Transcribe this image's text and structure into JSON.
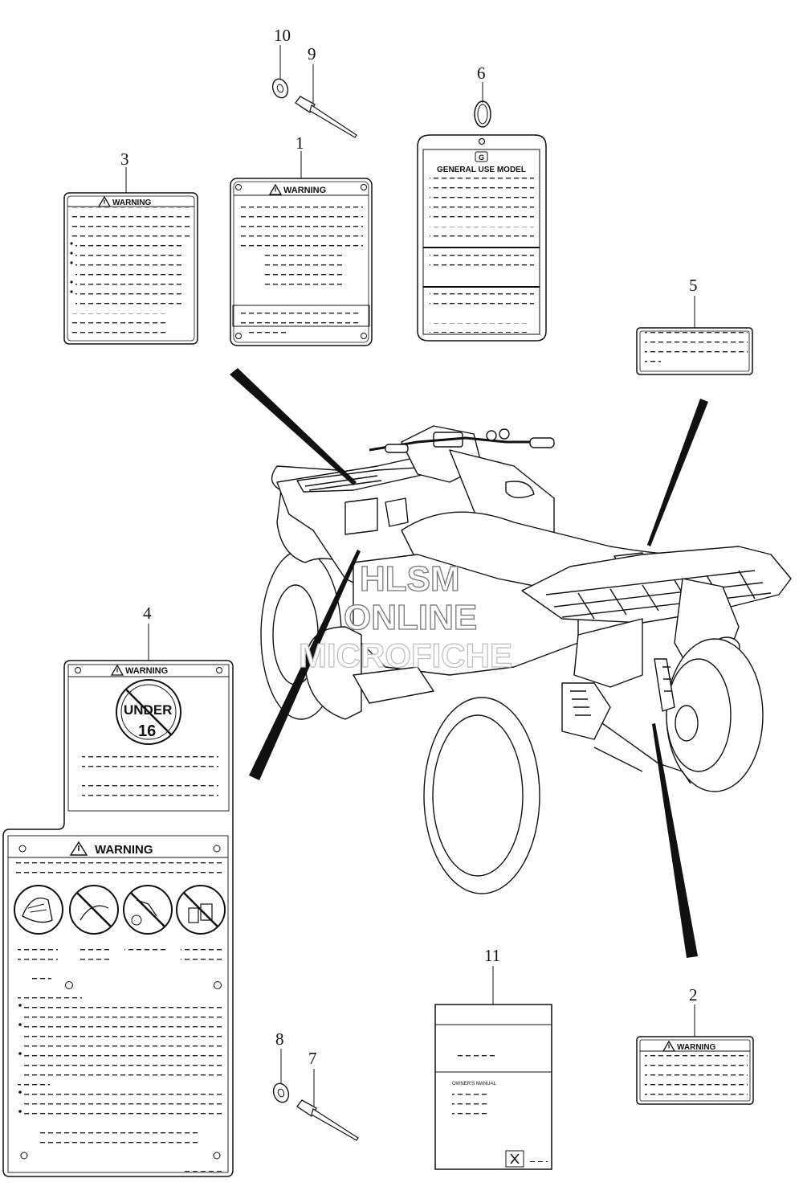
{
  "callouts": {
    "n1": "1",
    "n2": "2",
    "n3": "3",
    "n4": "4",
    "n5": "5",
    "n6": "6",
    "n7": "7",
    "n8": "8",
    "n9": "9",
    "n10": "10",
    "n11": "11"
  },
  "labels": {
    "warning": "WARNING",
    "general_use_model": "GENERAL USE MODEL",
    "tag_letter": "G",
    "under": "UNDER",
    "age": "16",
    "owners_manual": "OWNER'S MANUAL"
  },
  "watermark": {
    "line1": "HLSM",
    "line2": "ONLINE",
    "line3": "MICROFICHE"
  }
}
